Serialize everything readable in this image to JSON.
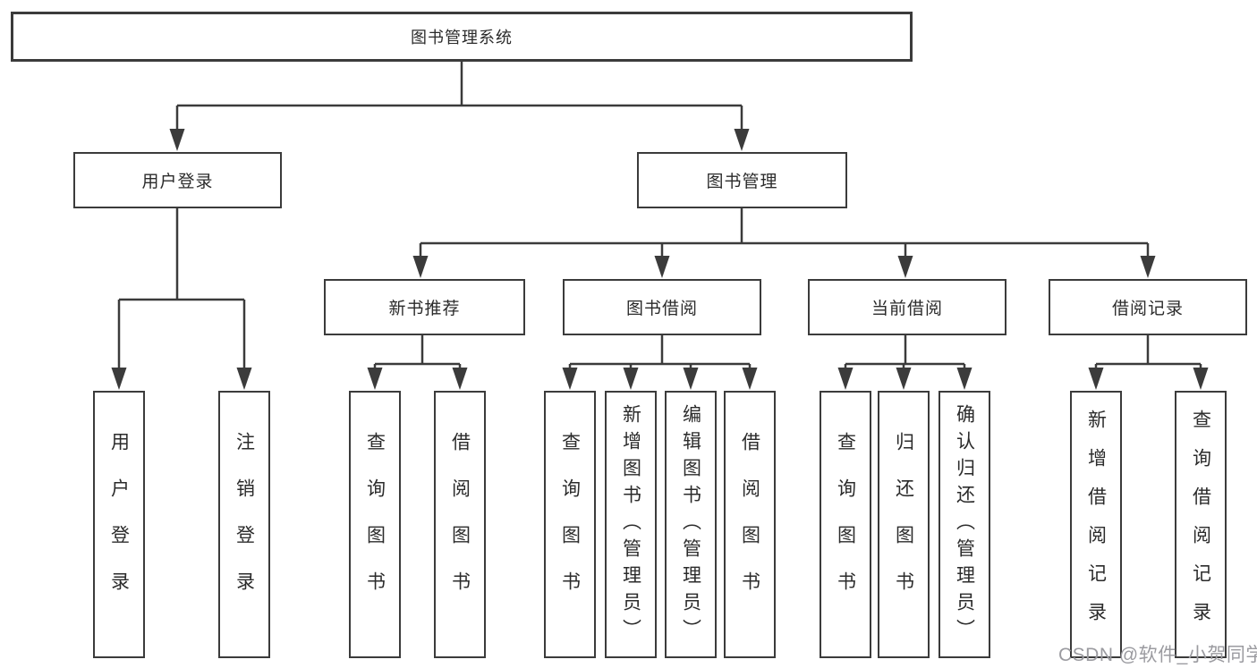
{
  "diagram_title": "图书管理系统",
  "tree": {
    "label": "图书管理系统",
    "children": [
      {
        "label": "用户登录",
        "children": [
          {
            "label": "用户登录"
          },
          {
            "label": "注销登录"
          }
        ]
      },
      {
        "label": "图书管理",
        "children": [
          {
            "label": "新书推荐",
            "children": [
              {
                "label": "查询图书"
              },
              {
                "label": "借阅图书"
              }
            ]
          },
          {
            "label": "图书借阅",
            "children": [
              {
                "label": "查询图书"
              },
              {
                "label": "新增图书（管理员）"
              },
              {
                "label": "编辑图书（管理员）"
              },
              {
                "label": "借阅图书"
              }
            ]
          },
          {
            "label": "当前借阅",
            "children": [
              {
                "label": "查询图书"
              },
              {
                "label": "归还图书"
              },
              {
                "label": "确认归还（管理员）"
              }
            ]
          },
          {
            "label": "借阅记录",
            "children": [
              {
                "label": "新增借阅记录"
              },
              {
                "label": "查询借阅记录"
              }
            ]
          }
        ]
      }
    ]
  },
  "watermark": {
    "text": "CSDN @软件_小贺同学",
    "color": "#9b9ba0"
  },
  "colors": {
    "background": "#ffffff",
    "line": "#3b3b3b",
    "box_border": "#3b3b3b",
    "box_fill": "#ffffff",
    "text": "#2b2b2b"
  }
}
